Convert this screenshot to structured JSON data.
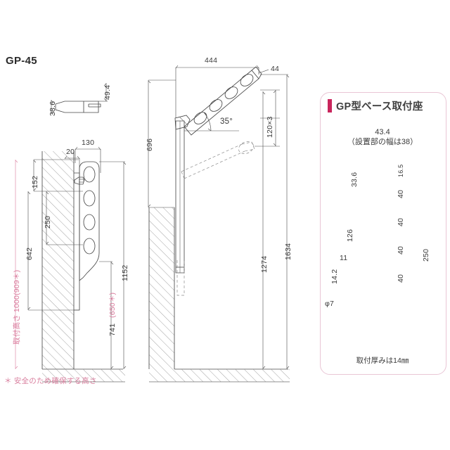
{
  "drawing": {
    "title": "GP-45",
    "footnote": "＊ 安全のため確保する高さ",
    "accent_pink": "#d9799b",
    "accent_crimson": "#c9255c",
    "line_color": "#4a4a4a"
  },
  "detail_top": {
    "name": "arm-cross-section-detail",
    "width_label": "38.6",
    "height_label": "49.4"
  },
  "left_view": {
    "name": "side-elevation-view",
    "dims": {
      "depth_total": "130",
      "depth_offset": "20",
      "top_to_first": "152",
      "hole_pitch": "250",
      "mount_to_arm_end": "642",
      "overall_height": "1152",
      "clear_height": "741",
      "clear_height_alt": "(650＊)",
      "mount_height_label": "取付高さ 1000(909＊)"
    }
  },
  "middle_view": {
    "name": "front-elevation-view",
    "dims": {
      "reach": "444",
      "tip": "44",
      "arm_top_height": "696",
      "angle": "35°",
      "hole_pitch": "120×3",
      "floor_to_arm": "1274",
      "floor_to_top": "1634"
    }
  },
  "right_panel": {
    "name": "gp-base-mount-callout",
    "title": "GP型ベース取付座",
    "sub_line1": "43.4",
    "sub_line2": "（設置部の幅は38）",
    "footer": "取付厚みは14㎜",
    "dims": {
      "left_top": "33.6",
      "left_mid": "126",
      "detail_width": "11",
      "detail_height": "14.2",
      "hole_dia": "φ7",
      "pitch_top": "16.5",
      "pitch_1": "40",
      "pitch_2": "40",
      "pitch_3": "40",
      "pitch_4": "40",
      "overall": "250"
    }
  }
}
